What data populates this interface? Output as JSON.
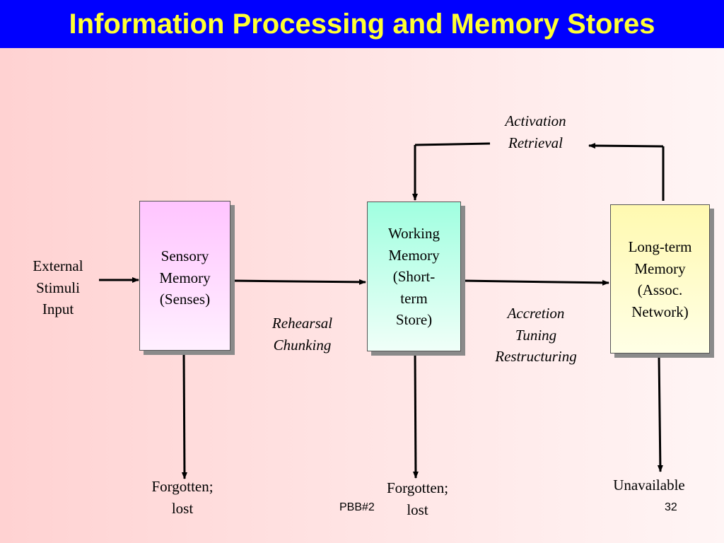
{
  "title": "Information Processing and Memory Stores",
  "boxes": {
    "sensory": [
      "Sensory",
      "Memory",
      "(Senses)"
    ],
    "working": [
      "Working",
      "Memory",
      "(Short-",
      "term",
      "Store)"
    ],
    "longterm": [
      "Long-term",
      "Memory",
      "(Assoc.",
      "Network)"
    ]
  },
  "labels": {
    "external": [
      "External",
      "Stimuli",
      "Input"
    ],
    "rehearsal": [
      "Rehearsal",
      "Chunking"
    ],
    "accretion": [
      "Accretion",
      "Tuning",
      "Restructuring"
    ],
    "activation": [
      "Activation",
      "Retrieval"
    ],
    "forgotten_1": [
      "Forgotten;",
      "lost"
    ],
    "forgotten_2": [
      "Forgotten;",
      "lost"
    ],
    "unavailable": "Unavailable"
  },
  "footer": {
    "left": "PBB#2",
    "right": "32"
  },
  "colors": {
    "title_bar": "#0000ff",
    "title_text": "#ffff33",
    "sensory_box": "#ffc4ff",
    "working_box": "#a0ffe0",
    "longterm_box": "#fff9b0"
  }
}
